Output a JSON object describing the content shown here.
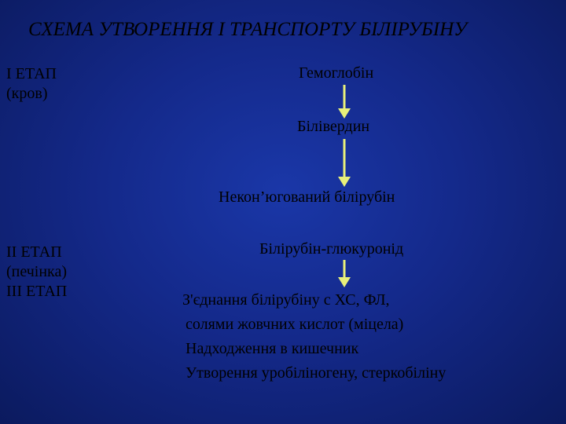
{
  "title": "СХЕМА УТВОРЕННЯ І ТРАНСПОРТУ БІЛІРУБІНУ",
  "stages": {
    "stage1_name": "І ЕТАП",
    "stage1_place": "(кров)",
    "stage2_name": "ІІ ЕТАП",
    "stage2_place": "(печінка)",
    "stage3_name": "ІІІ ЕТАП"
  },
  "nodes": {
    "hemoglobin": "Гемоглобін",
    "biliverdin": "Білівердин",
    "unconjugated": "Некон’югований білірубін",
    "glucuronide": "Білірубін-глюкуронід"
  },
  "notes": [
    "З'єднання білірубіну  с ХС, ФЛ,",
    "солями жовчних кислот (міцела)",
    "Надходження в кишечник",
    "Утворення уробіліногену, стеркобіліну"
  ],
  "colors": {
    "arrow": "#e8f07a",
    "text": "#000000",
    "background": "#14298a"
  }
}
